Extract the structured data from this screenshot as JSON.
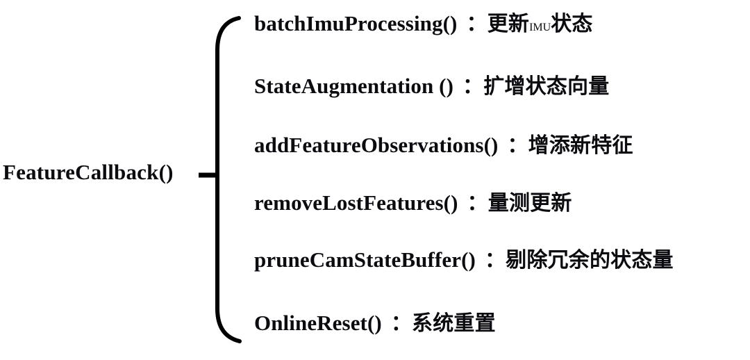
{
  "diagram": {
    "type": "brace-list",
    "background_color": "#ffffff",
    "text_color": "#0b0b10",
    "root": {
      "label": "FeatureCallback()"
    },
    "brace": {
      "orientation": "left-opening-vertical",
      "stroke_color": "#000000",
      "stroke_width": 6
    },
    "items": [
      {
        "function": "batchImuProcessing()",
        "separator": "：",
        "description_prefix": "更新",
        "description_latin": "IMU",
        "description_suffix": "状态",
        "description": "更新IMU状态"
      },
      {
        "function": "StateAugmentation ()",
        "separator": "：",
        "description_prefix": "扩增状态向量",
        "description_latin": "",
        "description_suffix": "",
        "description": "扩增状态向量"
      },
      {
        "function": "addFeatureObservations()",
        "separator": "：",
        "description_prefix": "增添新特征",
        "description_latin": "",
        "description_suffix": "",
        "description": "增添新特征"
      },
      {
        "function": "removeLostFeatures()",
        "separator": "：",
        "description_prefix": "量测更新",
        "description_latin": "",
        "description_suffix": "",
        "description": "量测更新"
      },
      {
        "function": "pruneCamStateBuffer()",
        "separator": "：",
        "description_prefix": "剔除冗余的状态量",
        "description_latin": "",
        "description_suffix": "",
        "description": "剔除冗余的状态量"
      },
      {
        "function": "OnlineReset()",
        "separator": "：",
        "description_prefix": "系统重置",
        "description_latin": "",
        "description_suffix": "",
        "description": "系统重置"
      }
    ]
  }
}
